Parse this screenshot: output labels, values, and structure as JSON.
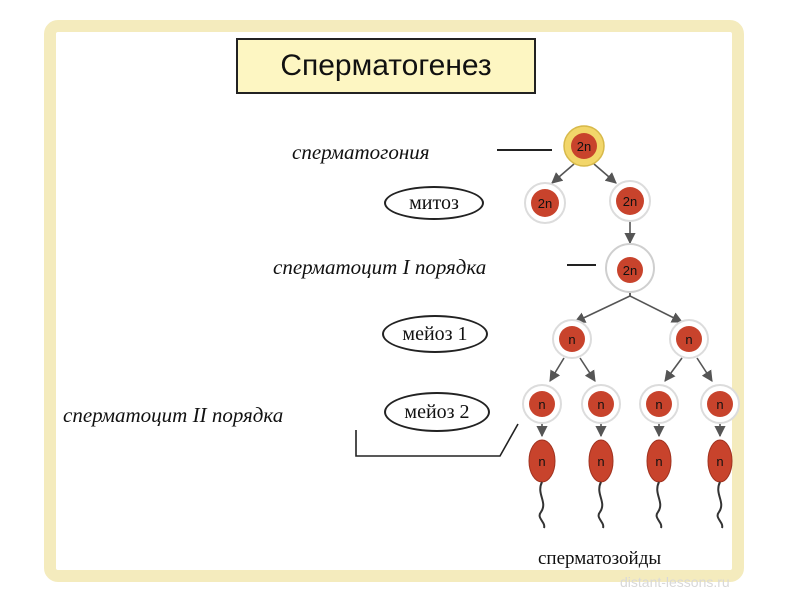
{
  "title": "Сперматогенез",
  "labels": {
    "spermatogonia": "сперматогония",
    "mitosis": "митоз",
    "spermatocyte_1": "сперматоцит I порядка",
    "meiosis_1": "мейоз 1",
    "spermatocyte_2": "сперматоцит II порядка",
    "meiosis_2": "мейоз 2",
    "spermatozoa": "сперматозойды"
  },
  "ploidy": {
    "diploid": "2n",
    "haploid": "n"
  },
  "colors": {
    "frame": "#f4ebbd",
    "title_bg": "#fdf6c2",
    "cell_red": "#c8432c",
    "cell_outline": "#e2e2e2",
    "spermatogonia_ring": "#f2d66a"
  },
  "watermark": "distant-lessons.ru"
}
